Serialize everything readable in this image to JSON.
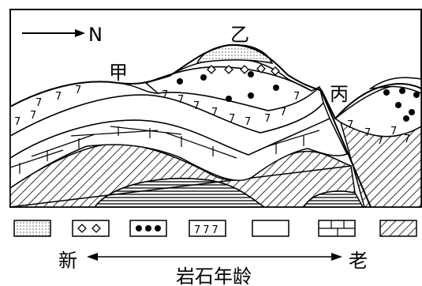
{
  "diagram": {
    "north_label": "N",
    "places": {
      "jia": "甲",
      "yi": "乙",
      "bing": "丙"
    },
    "layer_glyph": "7",
    "legend": {
      "items": [
        {
          "pattern": "dotted",
          "name": "dotted-layer"
        },
        {
          "pattern": "diamonds",
          "name": "diamond-layer",
          "glyph": "◇◇"
        },
        {
          "pattern": "dots",
          "name": "dot-layer",
          "glyph": "●●●"
        },
        {
          "pattern": "sevens",
          "name": "seven-layer",
          "glyph": "777"
        },
        {
          "pattern": "blank",
          "name": "blank-layer"
        },
        {
          "pattern": "brick",
          "name": "brick-layer"
        },
        {
          "pattern": "hatch",
          "name": "hatch-layer"
        }
      ]
    },
    "age_axis": {
      "young": "新",
      "old": "老",
      "label": "岩石年龄"
    }
  }
}
